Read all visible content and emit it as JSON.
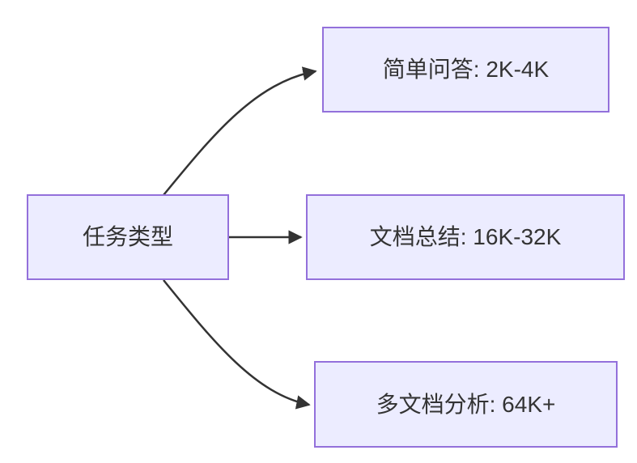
{
  "diagram": {
    "type": "flowchart-lr",
    "nodes": [
      {
        "id": "root",
        "label": "任务类型"
      },
      {
        "id": "qa",
        "label": "简单问答: 2K-4K"
      },
      {
        "id": "summary",
        "label": "文档总结: 16K-32K"
      },
      {
        "id": "multidoc",
        "label": "多文档分析: 64K+"
      }
    ],
    "edges": [
      {
        "from": "任务类型",
        "to": "简单问答: 2K-4K"
      },
      {
        "from": "任务类型",
        "to": "文档总结: 16K-32K"
      },
      {
        "from": "任务类型",
        "to": "多文档分析: 64K+"
      }
    ],
    "colors": {
      "node_fill": "#ECECFF",
      "node_border": "#9370DB",
      "edge": "#333333",
      "text": "#333333",
      "background": "#FFFFFF"
    }
  }
}
